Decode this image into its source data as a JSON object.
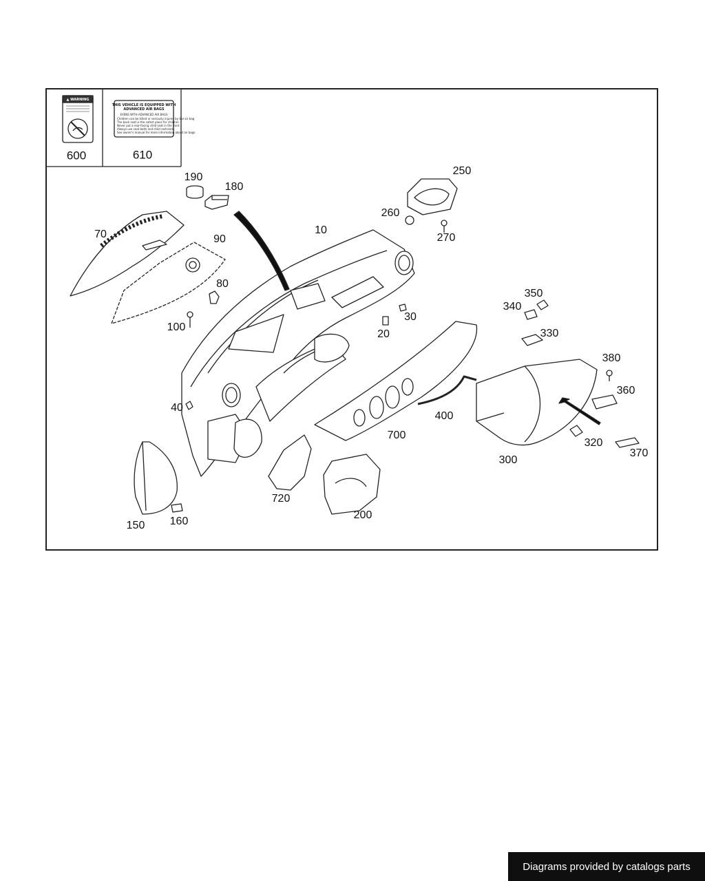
{
  "stickers": [
    {
      "id": "600",
      "label": "600",
      "title": "▲ WARNING"
    },
    {
      "id": "610",
      "label": "610",
      "title_line1": "THIS VEHICLE IS EQUIPPED WITH",
      "title_line2": "ADVANCED AIR BAGS",
      "subtitle": "EVENS WITH ADVANCED AIR BAGS",
      "lines": [
        "Children can be killed or seriously injured by the air bag",
        "The back seat is the safest place for children",
        "Never put a rear-facing child seat in the front",
        "Always use seat belts and child restraints",
        "See owner's manual for more information about air bags"
      ]
    }
  ],
  "part_labels": [
    {
      "id": "10",
      "text": "10"
    },
    {
      "id": "20",
      "text": "20"
    },
    {
      "id": "30",
      "text": "30"
    },
    {
      "id": "40",
      "text": "40"
    },
    {
      "id": "70",
      "text": "70"
    },
    {
      "id": "80",
      "text": "80"
    },
    {
      "id": "90",
      "text": "90"
    },
    {
      "id": "100",
      "text": "100"
    },
    {
      "id": "150",
      "text": "150"
    },
    {
      "id": "160",
      "text": "160"
    },
    {
      "id": "180",
      "text": "180"
    },
    {
      "id": "190",
      "text": "190"
    },
    {
      "id": "200",
      "text": "200"
    },
    {
      "id": "250",
      "text": "250"
    },
    {
      "id": "260",
      "text": "260"
    },
    {
      "id": "270",
      "text": "270"
    },
    {
      "id": "300",
      "text": "300"
    },
    {
      "id": "320",
      "text": "320"
    },
    {
      "id": "330",
      "text": "330"
    },
    {
      "id": "340",
      "text": "340"
    },
    {
      "id": "350",
      "text": "350"
    },
    {
      "id": "360",
      "text": "360"
    },
    {
      "id": "370",
      "text": "370"
    },
    {
      "id": "380",
      "text": "380"
    },
    {
      "id": "400",
      "text": "400"
    },
    {
      "id": "700",
      "text": "700"
    },
    {
      "id": "720",
      "text": "720"
    }
  ],
  "footer": {
    "text": "Diagrams provided by catalogs parts"
  },
  "colors": {
    "line": "#222222",
    "fill": "#ffffff",
    "footer_bg": "#0f0f0f"
  }
}
